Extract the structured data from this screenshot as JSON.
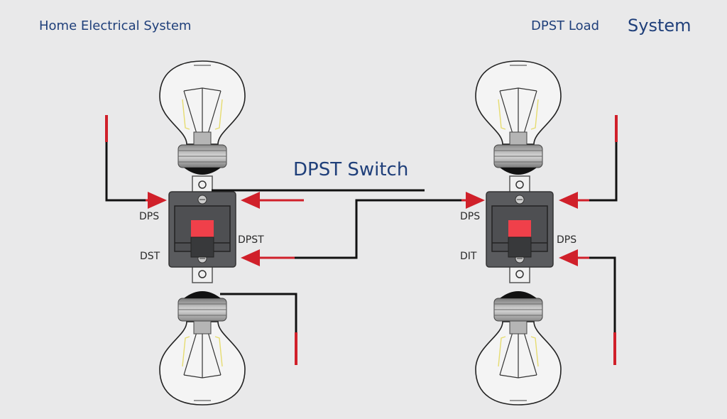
{
  "titles": {
    "left": "Home Electrical System",
    "right_a": "DPST Load",
    "right_b": "System",
    "center": "DPST Switch"
  },
  "labels": {
    "left_switch_top": "DPS",
    "left_switch_bottom": "DST",
    "left_switch_right": "DPST",
    "right_switch_top": "DPS",
    "right_switch_bottom": "DIT",
    "right_switch_right": "DPS"
  },
  "colors": {
    "title": "#1f3f7a",
    "wire_live": "#d0202a",
    "wire_neutral": "#111111",
    "switch_body": "#5a5b5e",
    "rocker": "#f0404a",
    "background": "#e9e9ea"
  },
  "components": [
    {
      "type": "bulb",
      "position": "top-left"
    },
    {
      "type": "bulb",
      "position": "bottom-left"
    },
    {
      "type": "bulb",
      "position": "top-right"
    },
    {
      "type": "bulb",
      "position": "bottom-right"
    },
    {
      "type": "dpst-switch",
      "position": "left"
    },
    {
      "type": "dpst-switch",
      "position": "right"
    }
  ]
}
